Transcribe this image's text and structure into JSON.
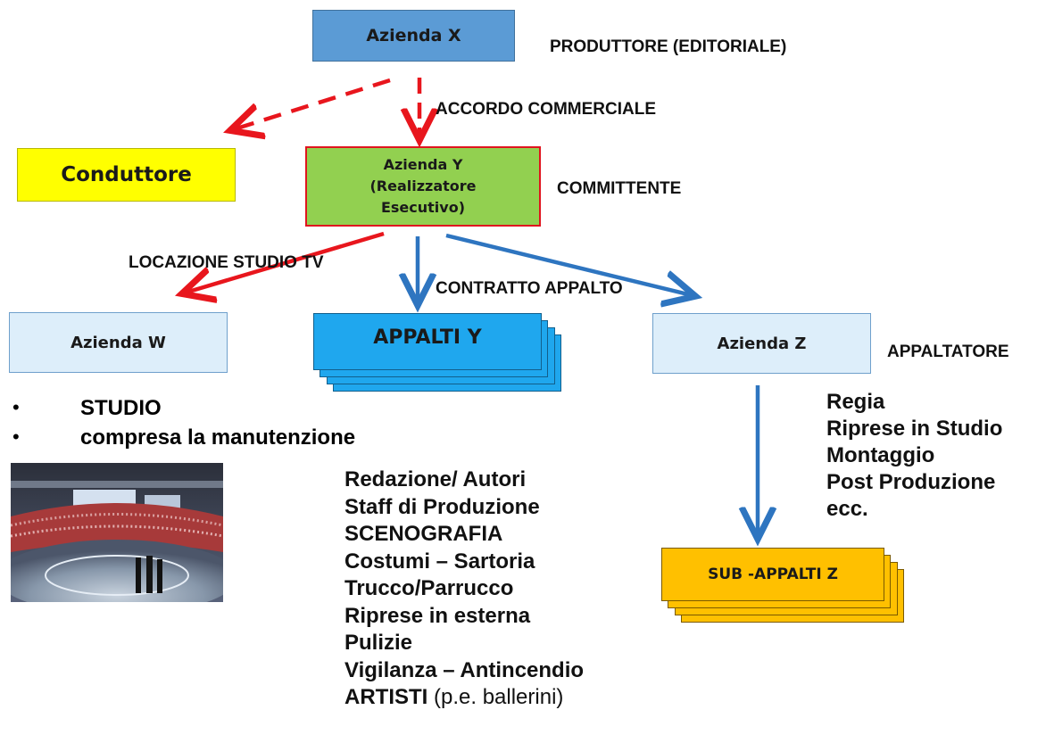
{
  "nodes": {
    "azienda_x": "Azienda X",
    "conduttore": "Conduttore",
    "azienda_y_line1": "Azienda Y",
    "azienda_y_line2": "(Realizzatore",
    "azienda_y_line3": "Esecutivo)",
    "azienda_w": "Azienda W",
    "appalti_y": "APPALTI  Y",
    "azienda_z": "Azienda Z",
    "sub_appalti_z": "SUB -APPALTI  Z"
  },
  "labels": {
    "produttore": "PRODUTTORE (EDITORIALE)",
    "accordo": "ACCORDO COMMERCIALE",
    "committente": "COMMITTENTE",
    "locazione": "LOCAZIONE STUDIO TV",
    "contratto": "CONTRATTO APPALTO",
    "appaltatore": "APPALTATORE"
  },
  "studio_bullets": [
    "STUDIO",
    "compresa la manutenzione"
  ],
  "appalti_list": [
    "Redazione/ Autori",
    "Staff di Produzione",
    "SCENOGRAFIA",
    "Costumi – Sartoria",
    "Trucco/Parrucco",
    "Riprese in esterna",
    "Pulizie",
    "Vigilanza – Antincendio"
  ],
  "appalti_last": {
    "bold": "ARTISTI",
    "normal": " (p.e. ballerini)"
  },
  "z_list": [
    "Regia",
    "Riprese in Studio",
    "Montaggio",
    "Post Produzione",
    "ecc."
  ],
  "colors": {
    "blue_box": "#5b9bd5",
    "yellow_box": "#ffff00",
    "green_box": "#92d050",
    "red_border": "#e0141e",
    "light_blue_box": "#ddeefa",
    "appalti_blue": "#1fa7ee",
    "sub_orange": "#ffc000",
    "arrow_red": "#e8161d",
    "arrow_blue": "#2e75c0"
  },
  "image": {
    "icon": "tv-studio-photo"
  }
}
